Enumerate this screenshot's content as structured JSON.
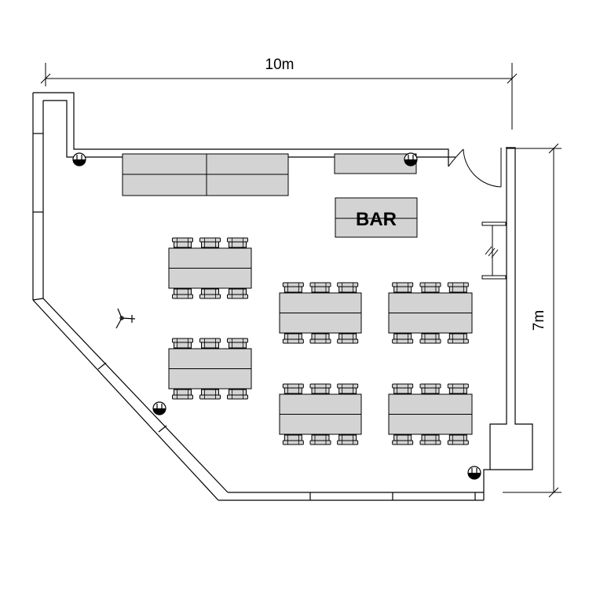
{
  "floorplan": {
    "dimensions": {
      "width_label": "10m",
      "height_label": "7m"
    },
    "bar": {
      "label": "BAR"
    },
    "colors": {
      "line": "#000000",
      "furniture_fill": "#d3d3d3",
      "background": "#ffffff"
    },
    "icons": [
      "column-fixture-icon",
      "ceiling-fan-icon",
      "door-swing-icon",
      "window-icon"
    ]
  }
}
